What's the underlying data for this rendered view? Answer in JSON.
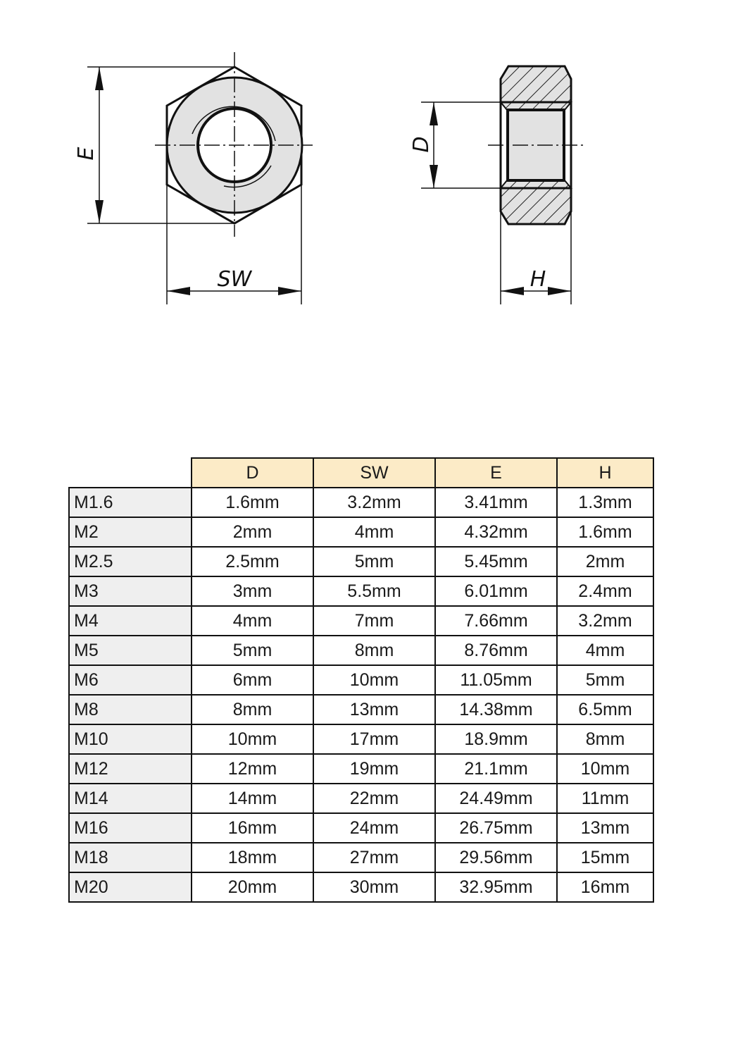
{
  "drawing": {
    "front_view": {
      "labels": {
        "across_corners": "E",
        "across_flats": "SW"
      }
    },
    "side_view": {
      "labels": {
        "thread_diameter": "D",
        "height": "H"
      }
    }
  },
  "table": {
    "columns": [
      "D",
      "SW",
      "E",
      "H"
    ],
    "header_color": "#fcebc7",
    "rowhead_color": "#efefef",
    "rows": [
      {
        "size": "M1.6",
        "D": "1.6mm",
        "SW": "3.2mm",
        "E": "3.41mm",
        "H": "1.3mm"
      },
      {
        "size": "M2",
        "D": "2mm",
        "SW": "4mm",
        "E": "4.32mm",
        "H": "1.6mm"
      },
      {
        "size": "M2.5",
        "D": "2.5mm",
        "SW": "5mm",
        "E": "5.45mm",
        "H": "2mm"
      },
      {
        "size": "M3",
        "D": "3mm",
        "SW": "5.5mm",
        "E": "6.01mm",
        "H": "2.4mm"
      },
      {
        "size": "M4",
        "D": "4mm",
        "SW": "7mm",
        "E": "7.66mm",
        "H": "3.2mm"
      },
      {
        "size": "M5",
        "D": "5mm",
        "SW": "8mm",
        "E": "8.76mm",
        "H": "4mm"
      },
      {
        "size": "M6",
        "D": "6mm",
        "SW": "10mm",
        "E": "11.05mm",
        "H": "5mm"
      },
      {
        "size": "M8",
        "D": "8mm",
        "SW": "13mm",
        "E": "14.38mm",
        "H": "6.5mm"
      },
      {
        "size": "M10",
        "D": "10mm",
        "SW": "17mm",
        "E": "18.9mm",
        "H": "8mm"
      },
      {
        "size": "M12",
        "D": "12mm",
        "SW": "19mm",
        "E": "21.1mm",
        "H": "10mm"
      },
      {
        "size": "M14",
        "D": "14mm",
        "SW": "22mm",
        "E": "24.49mm",
        "H": "11mm"
      },
      {
        "size": "M16",
        "D": "16mm",
        "SW": "24mm",
        "E": "26.75mm",
        "H": "13mm"
      },
      {
        "size": "M18",
        "D": "18mm",
        "SW": "27mm",
        "E": "29.56mm",
        "H": "15mm"
      },
      {
        "size": "M20",
        "D": "20mm",
        "SW": "30mm",
        "E": "32.95mm",
        "H": "16mm"
      }
    ]
  }
}
